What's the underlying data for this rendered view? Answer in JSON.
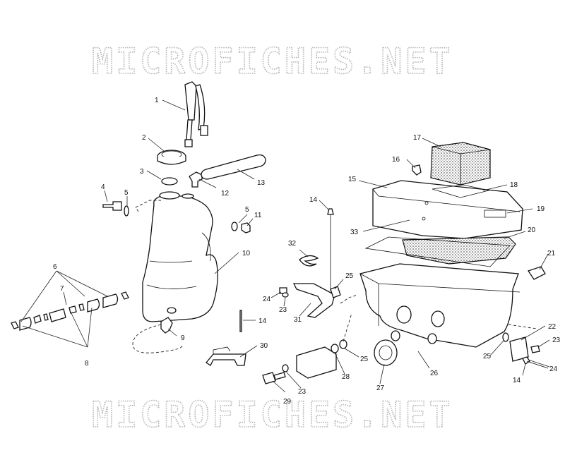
{
  "watermark": "MICROFICHES.NET",
  "callouts": [
    {
      "id": "c1",
      "text": "1"
    },
    {
      "id": "c2",
      "text": "2"
    },
    {
      "id": "c3",
      "text": "3"
    },
    {
      "id": "c4",
      "text": "4"
    },
    {
      "id": "c5a",
      "text": "5"
    },
    {
      "id": "c5b",
      "text": "5"
    },
    {
      "id": "c6",
      "text": "6"
    },
    {
      "id": "c7",
      "text": "7"
    },
    {
      "id": "c8",
      "text": "8"
    },
    {
      "id": "c9",
      "text": "9"
    },
    {
      "id": "c10",
      "text": "10"
    },
    {
      "id": "c11",
      "text": "11"
    },
    {
      "id": "c12",
      "text": "12"
    },
    {
      "id": "c13",
      "text": "13"
    },
    {
      "id": "c14a",
      "text": "14"
    },
    {
      "id": "c14b",
      "text": "14"
    },
    {
      "id": "c14c",
      "text": "14"
    },
    {
      "id": "c15",
      "text": "15"
    },
    {
      "id": "c16",
      "text": "16"
    },
    {
      "id": "c17",
      "text": "17"
    },
    {
      "id": "c18",
      "text": "18"
    },
    {
      "id": "c19",
      "text": "19"
    },
    {
      "id": "c20",
      "text": "20"
    },
    {
      "id": "c21",
      "text": "21"
    },
    {
      "id": "c22",
      "text": "22"
    },
    {
      "id": "c23a",
      "text": "23"
    },
    {
      "id": "c23b",
      "text": "23"
    },
    {
      "id": "c23c",
      "text": "23"
    },
    {
      "id": "c24a",
      "text": "24"
    },
    {
      "id": "c24b",
      "text": "24"
    },
    {
      "id": "c25a",
      "text": "25"
    },
    {
      "id": "c25b",
      "text": "25"
    },
    {
      "id": "c25c",
      "text": "25"
    },
    {
      "id": "c26",
      "text": "26"
    },
    {
      "id": "c27",
      "text": "27"
    },
    {
      "id": "c28",
      "text": "28"
    },
    {
      "id": "c29",
      "text": "29"
    },
    {
      "id": "c30",
      "text": "30"
    },
    {
      "id": "c31",
      "text": "31"
    },
    {
      "id": "c32",
      "text": "32"
    },
    {
      "id": "c33",
      "text": "33"
    }
  ]
}
